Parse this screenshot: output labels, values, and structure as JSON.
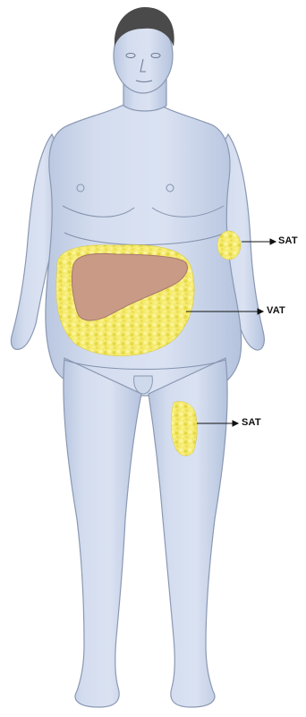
{
  "labels": {
    "sat_arm": "SAT",
    "vat": "VAT",
    "sat_thigh": "SAT"
  },
  "colors": {
    "skin": "#cfd9ec",
    "skin_shade": "#b7c4de",
    "outline": "#7f8ea8",
    "hair": "#4a4a4a",
    "fat": "#f2e766",
    "fat_dot": "#e2d43a",
    "liver": "#c99a86",
    "liver_edge": "#a5786a",
    "arrow": "#111111"
  }
}
